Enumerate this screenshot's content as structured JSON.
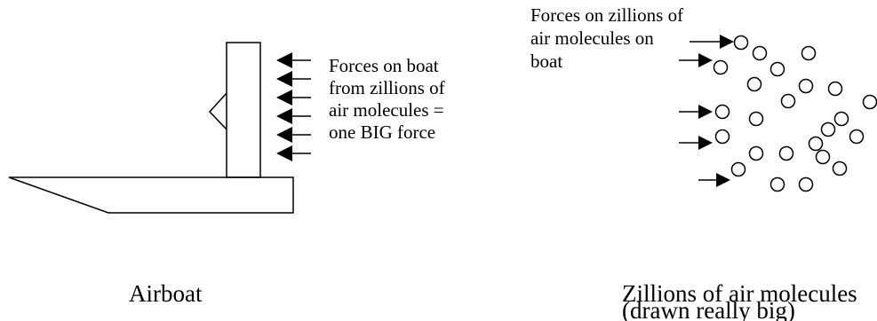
{
  "left_panel": {
    "label_lines": [
      "Forces on boat",
      "from zillions of",
      "air molecules =",
      "one BIG force"
    ],
    "caption": "Airboat"
  },
  "right_panel": {
    "label_lines": [
      "Forces on zillions of",
      "air molecules on",
      "boat"
    ],
    "caption_lines": [
      "Zillions of air molecules",
      "(drawn really big)"
    ]
  }
}
